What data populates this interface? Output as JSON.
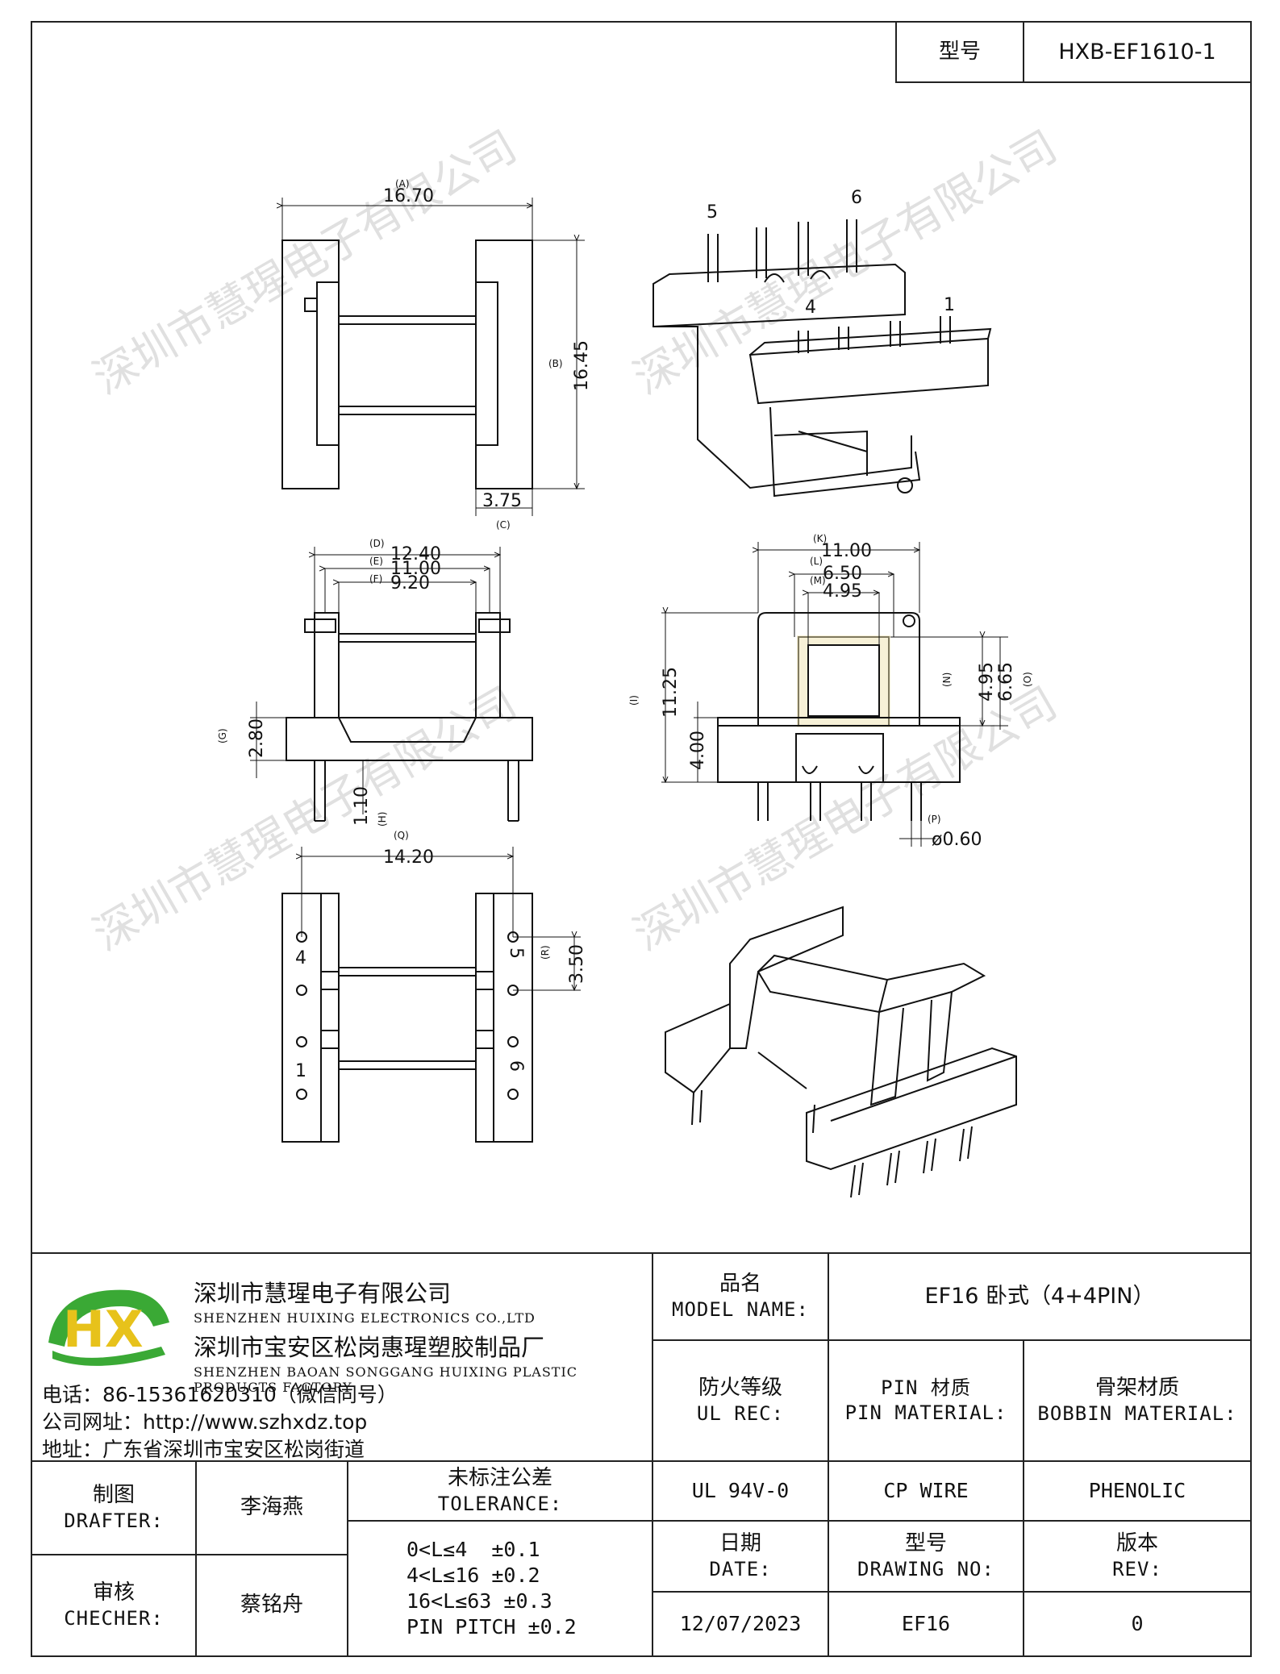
{
  "header": {
    "model_label": "型号",
    "model_value": "HXB-EF1610-1"
  },
  "watermark": "深圳市慧瑆电子有限公司",
  "drawing": {
    "top_view": {
      "ref_a": "(A)",
      "a": "16.70",
      "ref_b": "(B)",
      "b": "16.45",
      "ref_c": "(C)",
      "c": "3.75"
    },
    "side_view": {
      "ref_d": "(D)",
      "d": "12.40",
      "ref_e": "(E)",
      "e": "11.00",
      "ref_f": "(F)",
      "f": "9.20",
      "ref_g": "(G)",
      "g": "2.80",
      "ref_h": "(H)",
      "h": "1.10"
    },
    "front_view": {
      "ref_k": "(K)",
      "k": "11.00",
      "ref_l": "(L)",
      "l": "6.50",
      "ref_m": "(M)",
      "m": "4.95",
      "ref_n": "(N)",
      "n": "4.95",
      "ref_o": "(O)",
      "o": "6.65",
      "ref_i": "(I)",
      "i": "11.25",
      "j": "4.00",
      "ref_p": "(P)",
      "p": "ø0.60"
    },
    "bottom_view": {
      "ref_q": "(Q)",
      "q": "14.20",
      "ref_r": "(R)",
      "r": "3.50",
      "pins_left": [
        "4",
        "1"
      ],
      "pins_right": [
        "5",
        "6"
      ]
    },
    "iso_pins": [
      "5",
      "6",
      "4",
      "1"
    ]
  },
  "company": {
    "logo_text": "HX",
    "name_cn": "深圳市慧瑆电子有限公司",
    "name_en": "SHENZHEN HUIXING ELECTRONICS CO.,LTD",
    "factory_cn": "深圳市宝安区松岗惠瑆塑胶制品厂",
    "factory_en": "SHENZHEN BAOAN SONGGANG HUIXING PLASTIC PRODUCTS FACTORY",
    "phone": "电话：86-15361620310（微信同号）",
    "website": "公司网址：http://www.szhxdz.top",
    "address": "地址：广东省深圳市宝安区松岗街道"
  },
  "title_block": {
    "model_name_cn": "品名",
    "model_name_en": "MODEL NAME:",
    "model_name_value": "EF16 卧式（4+4PIN）",
    "ul_cn": "防火等级",
    "ul_en": "UL REC:",
    "pin_cn": "PIN 材质",
    "pin_en": "PIN MATERIAL:",
    "bobbin_cn": "骨架材质",
    "bobbin_en": "BOBBIN MATERIAL:",
    "ul_value": "UL 94V-0",
    "pin_value": "CP WIRE",
    "bobbin_value": "PHENOLIC",
    "date_cn": "日期",
    "date_en": "DATE:",
    "drawing_no_cn": "型号",
    "drawing_no_en": "DRAWING NO:",
    "rev_cn": "版本",
    "rev_en": "REV:",
    "date_value": "12/07/2023",
    "drawing_no_value": "EF16",
    "rev_value": "0",
    "drafter_cn": "制图",
    "drafter_en": "DRAFTER:",
    "drafter_value": "李海燕",
    "checker_cn": "审核",
    "checker_en": "CHECHER:",
    "checker_value": "蔡铭舟",
    "tolerance_cn": "未标注公差",
    "tolerance_en": "TOLERANCE:",
    "tolerance_lines": [
      "0<L≤4  ±0.1",
      "4<L≤16 ±0.2",
      "16<L≤63 ±0.3",
      "PIN PITCH ±0.2"
    ]
  },
  "colors": {
    "logo_green": "#3aa935",
    "logo_yellow": "#e7c21b",
    "line": "#222222",
    "core_fill": "#efe3b0"
  }
}
